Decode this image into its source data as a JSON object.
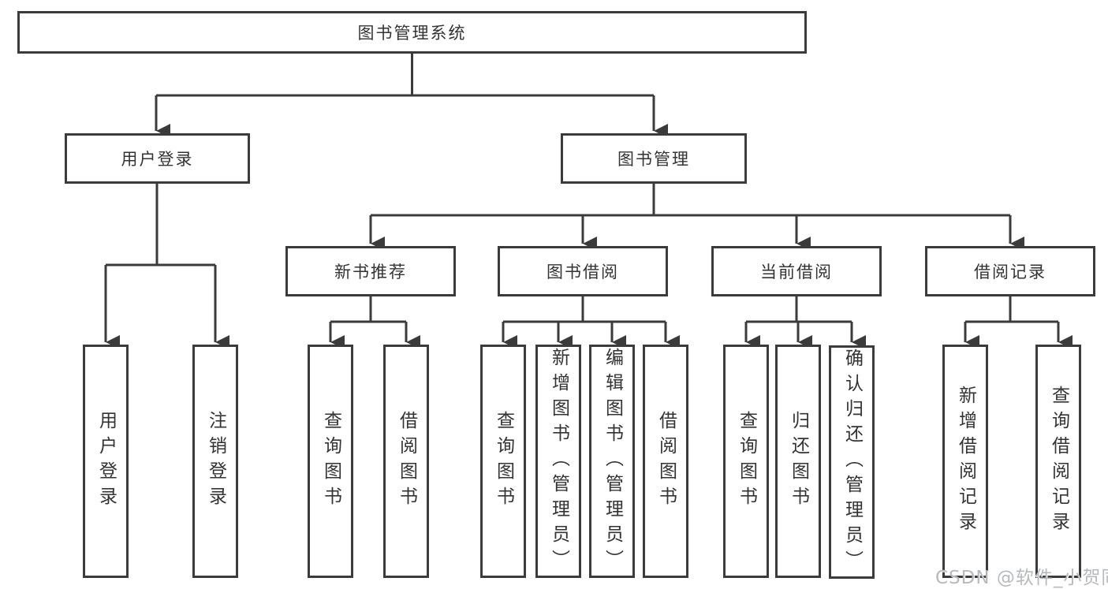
{
  "diagram": {
    "root": {
      "label": "图书管理系统"
    },
    "branches": [
      {
        "label": "用户登录",
        "children": [
          {
            "label": "用户登录"
          },
          {
            "label": "注销登录"
          }
        ]
      },
      {
        "label": "图书管理",
        "children": [
          {
            "label": "新书推荐",
            "children": [
              {
                "label": "查询图书"
              },
              {
                "label": "借阅图书"
              }
            ]
          },
          {
            "label": "图书借阅",
            "children": [
              {
                "label": "查询图书"
              },
              {
                "label": "新增图书（管理员）"
              },
              {
                "label": "编辑图书（管理员）"
              },
              {
                "label": "借阅图书"
              }
            ]
          },
          {
            "label": "当前借阅",
            "children": [
              {
                "label": "查询图书"
              },
              {
                "label": "归还图书"
              },
              {
                "label": "确认归还（管理员）"
              }
            ]
          },
          {
            "label": "借阅记录",
            "children": [
              {
                "label": "新增借阅记录"
              },
              {
                "label": "查询借阅记录"
              }
            ]
          }
        ]
      }
    ]
  },
  "watermark": {
    "text": "CSDN @软件_小贺同学"
  },
  "colors": {
    "line": "#3b3b3b",
    "box_border": "#3b3b3b",
    "text": "#333333",
    "watermark": "#b6babe",
    "background": "#ffffff"
  }
}
